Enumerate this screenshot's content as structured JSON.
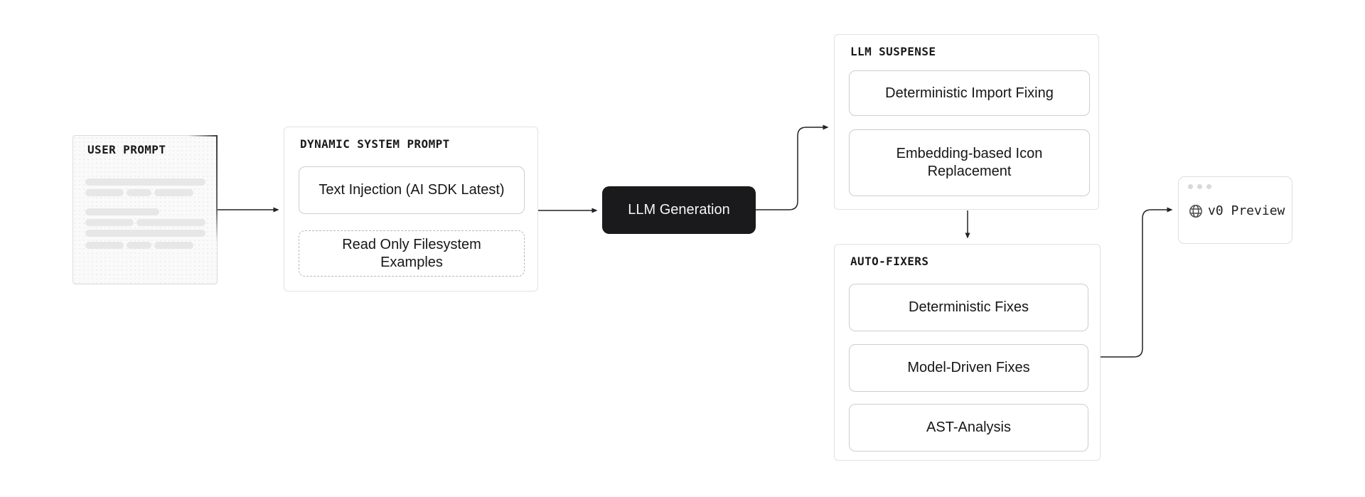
{
  "nodes": {
    "user_prompt": {
      "title": "USER PROMPT"
    },
    "dynamic_system_prompt": {
      "title": "DYNAMIC SYSTEM PROMPT",
      "items": [
        "Text Injection (AI SDK Latest)",
        "Read Only Filesystem Examples"
      ]
    },
    "llm_generation": {
      "label": "LLM Generation"
    },
    "llm_suspense": {
      "title": "LLM SUSPENSE",
      "items": [
        "Deterministic Import Fixing",
        "Embedding-based Icon Replacement"
      ]
    },
    "auto_fixers": {
      "title": "AUTO-FIXERS",
      "items": [
        "Deterministic Fixes",
        "Model-Driven Fixes",
        "AST-Analysis"
      ]
    },
    "v0_preview": {
      "label": "v0 Preview",
      "icon": "globe-icon"
    }
  },
  "colors": {
    "background": "#ffffff",
    "panel_border": "#e2e2e2",
    "inner_border": "#cdcdcd",
    "dashed_border": "#b8b8b8",
    "accent_black": "#1a1a1c",
    "text": "#161616",
    "skeleton_bar": "#e7e7e7",
    "connector": "#222222",
    "browser_dot": "#d8d8d8"
  }
}
